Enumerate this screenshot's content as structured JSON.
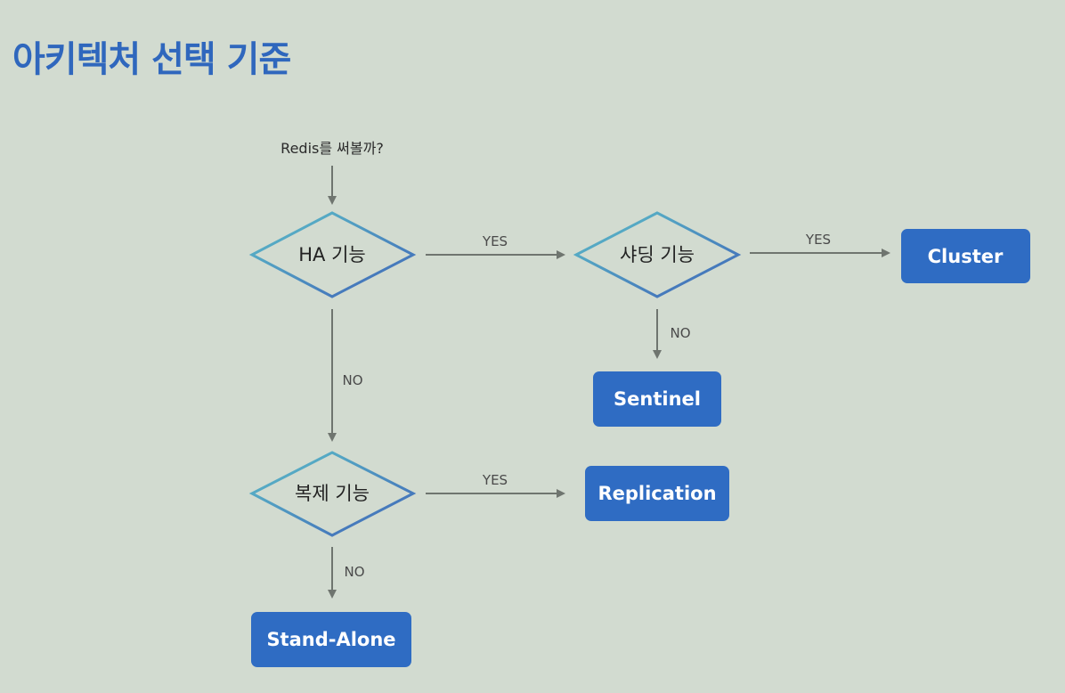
{
  "page": {
    "title": "아키텍처 선택 기준"
  },
  "colors": {
    "background": "#d2dbd0",
    "title": "#2f67bd",
    "result_box": "#2f6cc3",
    "diamond_gradient_start": "#5dc0c8",
    "diamond_gradient_end": "#3e63b8",
    "arrow": "#6f756f"
  },
  "diagram": {
    "start": "Redis를 써볼까?",
    "decisions": {
      "ha": "HA 기능",
      "sharding": "샤딩 기능",
      "replication": "복제 기능"
    },
    "edges": {
      "ha_yes": "YES",
      "ha_no": "NO",
      "sharding_yes": "YES",
      "sharding_no": "NO",
      "replication_yes": "YES",
      "replication_no": "NO"
    },
    "results": {
      "cluster": "Cluster",
      "sentinel": "Sentinel",
      "replication": "Replication",
      "stand_alone": "Stand-Alone"
    }
  }
}
